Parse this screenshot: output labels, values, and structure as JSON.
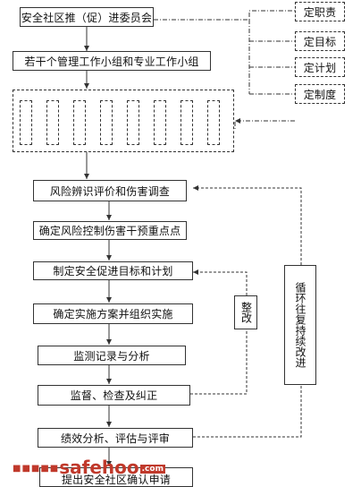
{
  "nodes": {
    "committee": "安全社区推（促）进委员会",
    "subgroups": "若干个管理工作小组和专业工作小组",
    "risk": "风险辨识评价和伤害调查",
    "priority": "确定风险控制伤害干预重点点",
    "goals": "制定安全促进目标和计划",
    "implement": "确定实施方案并组织实施",
    "monitor": "监测记录与分析",
    "supervise": "监督、检查及纠正",
    "evaluate": "绩效分析、评估与评审",
    "apply": "提出安全社区确认申请"
  },
  "side": {
    "duties": "定职责",
    "targets": "定目标",
    "plans": "定计划",
    "rules": "定制度"
  },
  "loops": {
    "rectify": "整改",
    "continuous": "循环往复持续改进"
  },
  "watermark": {
    "text": "safehoo",
    "suffix": ".com"
  }
}
